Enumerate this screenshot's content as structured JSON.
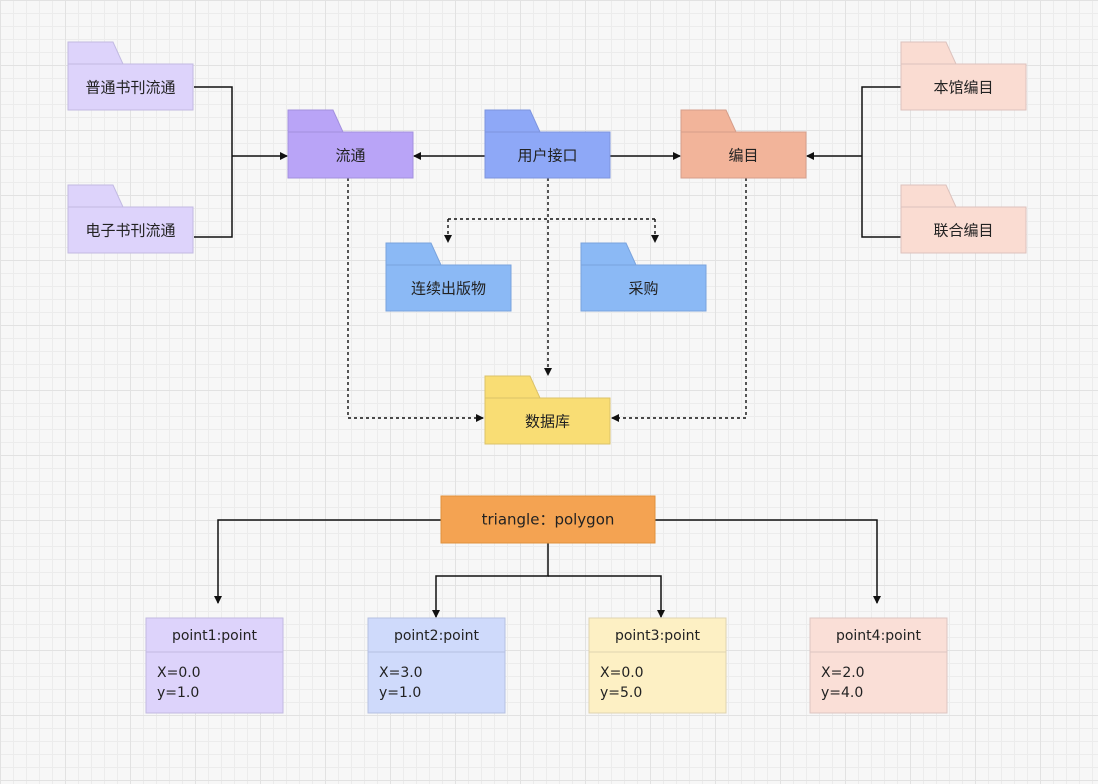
{
  "packages": {
    "normal_circulation": {
      "label": "普通书刊流通",
      "color": "#ddd3fb"
    },
    "ebook_circulation": {
      "label": "电子书刊流通",
      "color": "#ddd3fb"
    },
    "circulation": {
      "label": "流通",
      "color": "#b9a4f7"
    },
    "user_interface": {
      "label": "用户接口",
      "color": "#8ea8f7"
    },
    "cataloging": {
      "label": "编目",
      "color": "#f2b49a"
    },
    "local_cataloging": {
      "label": "本馆编目",
      "color": "#fadcd2"
    },
    "union_cataloging": {
      "label": "联合编目",
      "color": "#fadcd2"
    },
    "serials": {
      "label": "连续出版物",
      "color": "#8bb9f5"
    },
    "acquisition": {
      "label": "采购",
      "color": "#8bb9f5"
    },
    "database": {
      "label": "数据库",
      "color": "#f9dd74"
    }
  },
  "object_diagram": {
    "root": {
      "label": "triangle：polygon",
      "color": "#f4a352"
    },
    "points": [
      {
        "title": "point1:point",
        "x": "X=0.0",
        "y": "y=1.0",
        "color": "#ddd3fb"
      },
      {
        "title": "point2:point",
        "x": "X=3.0",
        "y": "y=1.0",
        "color": "#cfdafb"
      },
      {
        "title": "point3:point",
        "x": "X=0.0",
        "y": "y=5.0",
        "color": "#fdf0c4"
      },
      {
        "title": "point4:point",
        "x": "X=2.0",
        "y": "y=4.0",
        "color": "#fadfd7"
      }
    ]
  }
}
